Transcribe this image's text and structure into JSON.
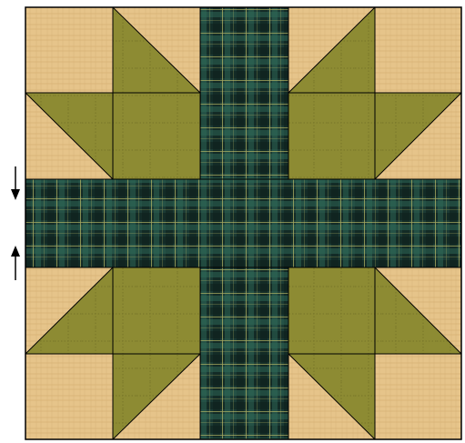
{
  "quilt": {
    "block_type": "nine-patch block with half-square-triangle corners and plaid sashing cross",
    "colors": {
      "tan": "#e6c48a",
      "tan_line": "#d0ab6c",
      "olive": "#8d8b33",
      "olive_dark": "#6f6d24",
      "plaid_base": "#1b3a34",
      "plaid_green": "#2f6a58",
      "plaid_dark": "#0c1f1c",
      "plaid_yellow": "#c7c36a",
      "outline": "#000000",
      "arrow": "#000000"
    },
    "arrows": [
      {
        "direction": "down",
        "icon": "arrow-down-icon"
      },
      {
        "direction": "up",
        "icon": "arrow-up-icon"
      }
    ]
  }
}
